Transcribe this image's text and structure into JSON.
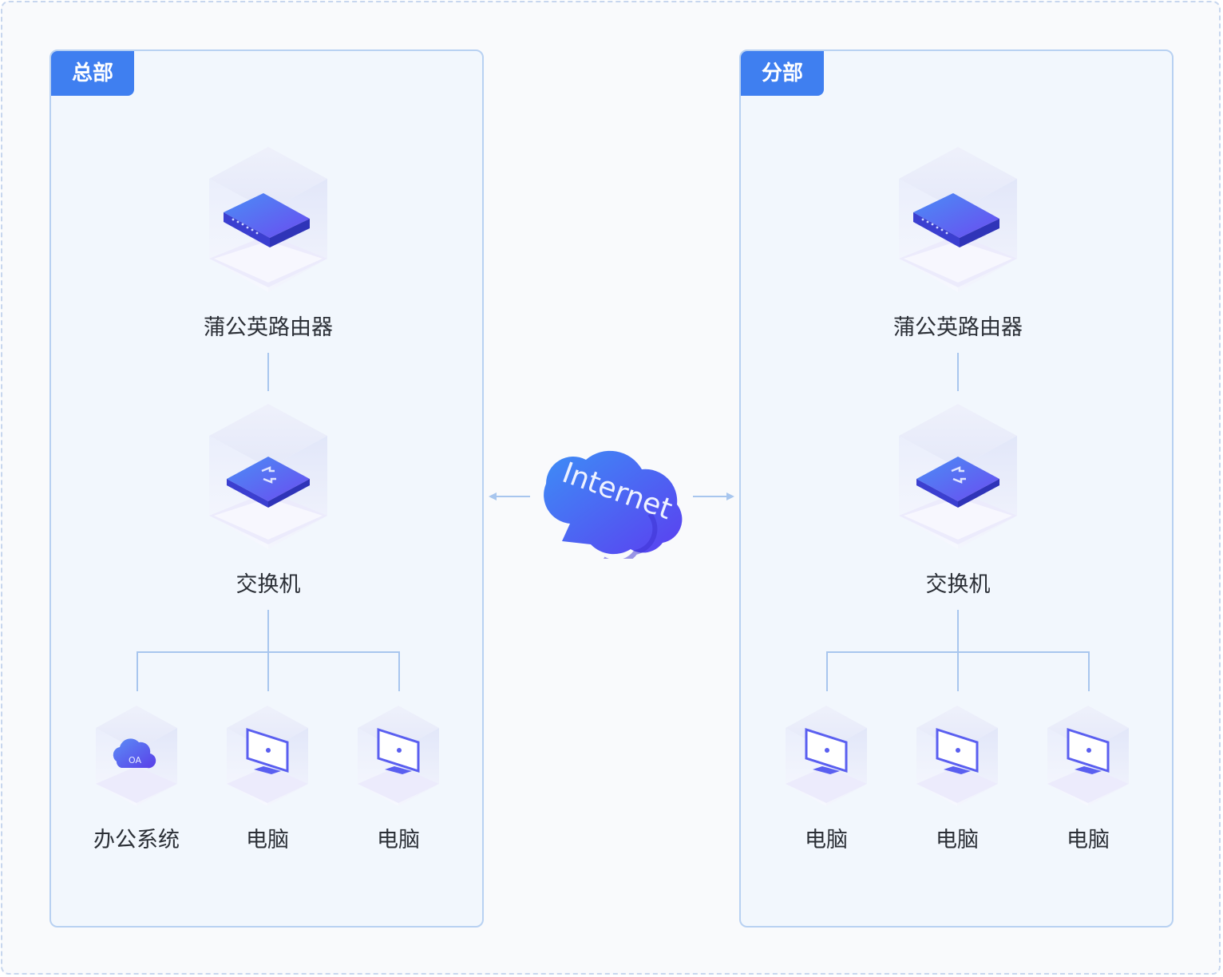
{
  "hq": {
    "title": "总部",
    "router_label": "蒲公英路由器",
    "switch_label": "交换机",
    "devices": [
      "办公系统",
      "电脑",
      "电脑"
    ]
  },
  "branch": {
    "title": "分部",
    "router_label": "蒲公英路由器",
    "switch_label": "交换机",
    "devices": [
      "电脑",
      "电脑",
      "电脑"
    ]
  },
  "center": {
    "cloud_label": "Internet",
    "oa_badge": "OA"
  },
  "colors": {
    "accent": "#3f7ff0",
    "panel_border": "#b8d1f2",
    "line": "#a8c6ee",
    "device_purple": "#5a5ff0"
  },
  "icons": [
    "router-icon",
    "switch-icon",
    "oa-cloud-icon",
    "computer-icon",
    "internet-cloud-icon",
    "arrow-left-icon",
    "arrow-right-icon"
  ]
}
